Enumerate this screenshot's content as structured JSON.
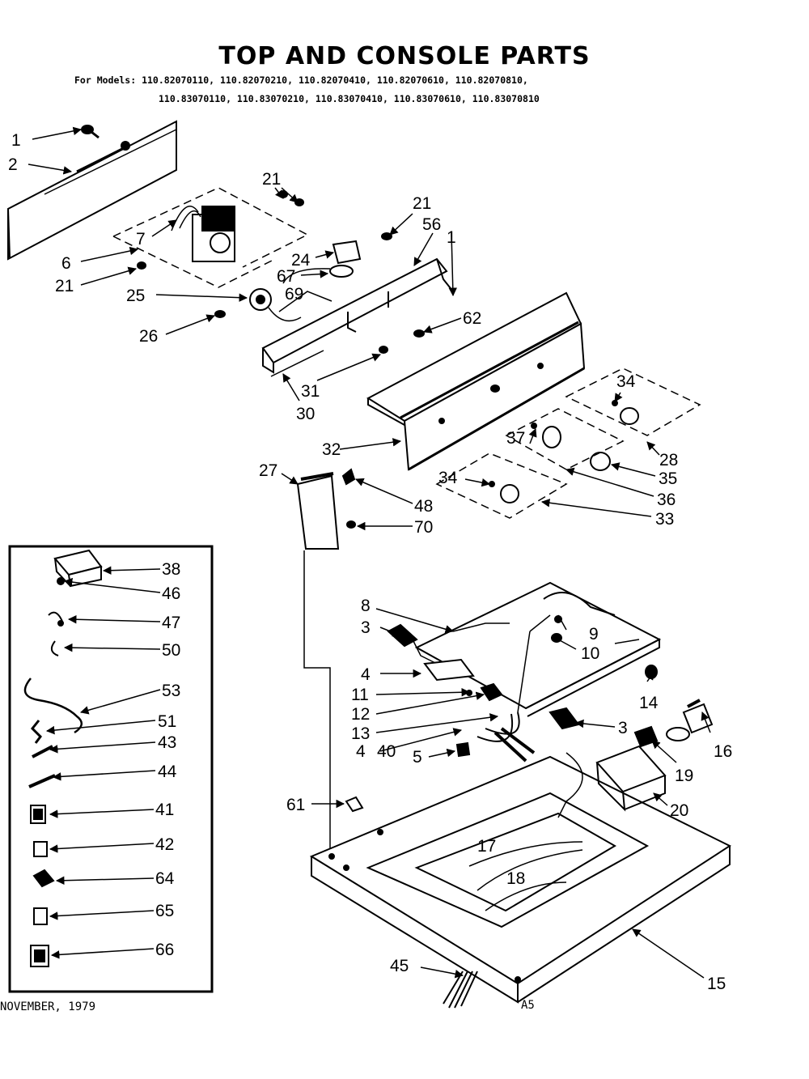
{
  "header": {
    "title": "TOP AND CONSOLE PARTS",
    "models_line1": "For Models: 110.82070110, 110.82070210, 110.82070410, 110.82070610, 110.82070810,",
    "models_line2": "110.83070110, 110.83070210, 110.83070410, 110.83070610, 110.83070810"
  },
  "footer": {
    "date": "NOVEMBER, 1979",
    "code": "A5"
  },
  "callouts": {
    "c1": "1",
    "c2": "2",
    "c6": "6",
    "c7": "7",
    "c21a": "21",
    "c21b": "21",
    "c21c": "21",
    "c56": "56",
    "c1b": "1",
    "c24": "24",
    "c67": "67",
    "c69": "69",
    "c25": "25",
    "c62": "62",
    "c26": "26",
    "c31": "31",
    "c30": "30",
    "c34a": "34",
    "c28": "28",
    "c37": "37",
    "c35": "35",
    "c36": "36",
    "c33": "33",
    "c34b": "34",
    "c32": "32",
    "c27": "27",
    "c48": "48",
    "c70": "70",
    "c38": "38",
    "c46": "46",
    "c47": "47",
    "c50": "50",
    "c53": "53",
    "c51": "51",
    "c43": "43",
    "c44": "44",
    "c41": "41",
    "c42": "42",
    "c64": "64",
    "c65": "65",
    "c66": "66",
    "c8": "8",
    "c3a": "3",
    "c9": "9",
    "c10": "10",
    "c4a": "4",
    "c11": "11",
    "c12": "12",
    "c13": "13",
    "c4b": "4",
    "c40": "40",
    "c5": "5",
    "c3b": "3",
    "c14": "14",
    "c16": "16",
    "c19": "19",
    "c20": "20",
    "c61": "61",
    "c17": "17",
    "c18": "18",
    "c45": "45",
    "c15": "15"
  }
}
